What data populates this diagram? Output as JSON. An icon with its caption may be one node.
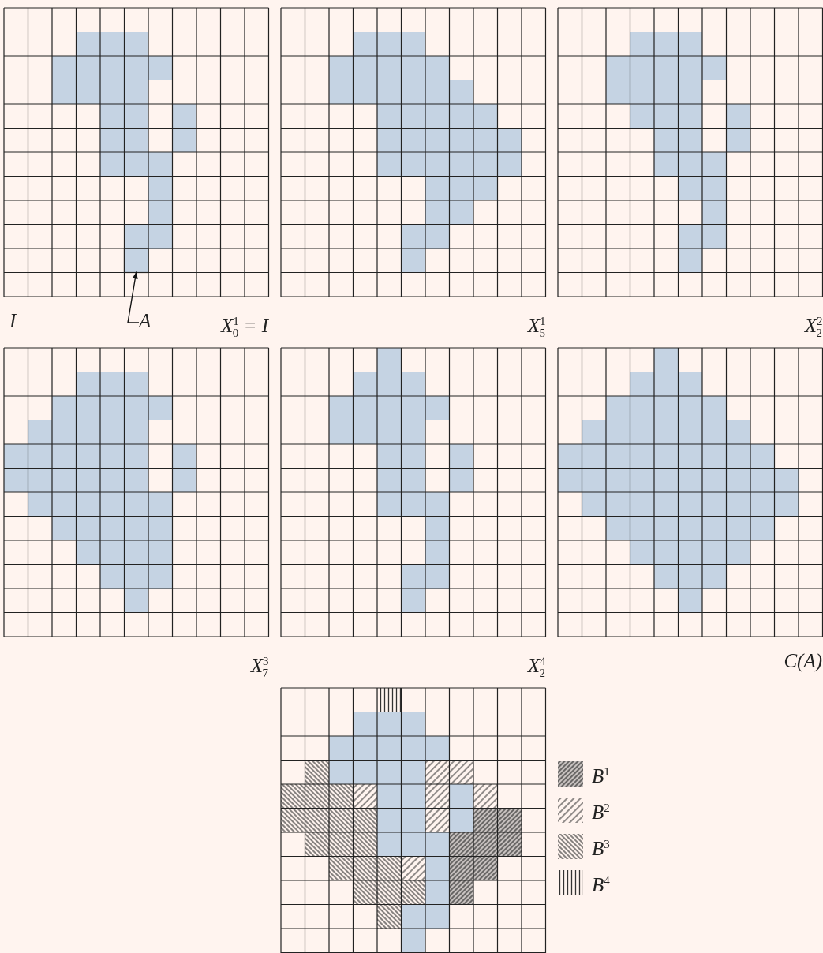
{
  "diagram": {
    "nodes": [
      {
        "text": [
          "A"
        ]
      },
      {
        "text": [],
        "shape": "box"
      }
    ],
    "edges": [
      {
        "from": 0,
        "to": 1,
        "arrow": "to"
      }
    ],
    "labels": [
      "I",
      "X$^{1}$$_{0}$ = I",
      "X$^{1}$$_{5}$",
      "X$^{2}$$_{2}$",
      "X$^{3}$$_{7}$",
      "X$^{4}$$_{2}$",
      "C(A)"
    ],
    "legend": [
      {
        "text": "B$^{1}$"
      },
      {
        "text": "B$^{2}$"
      },
      {
        "text": "B$^{3}$"
      },
      {
        "text": "B$^{4}$"
      }
    ]
  }
}
